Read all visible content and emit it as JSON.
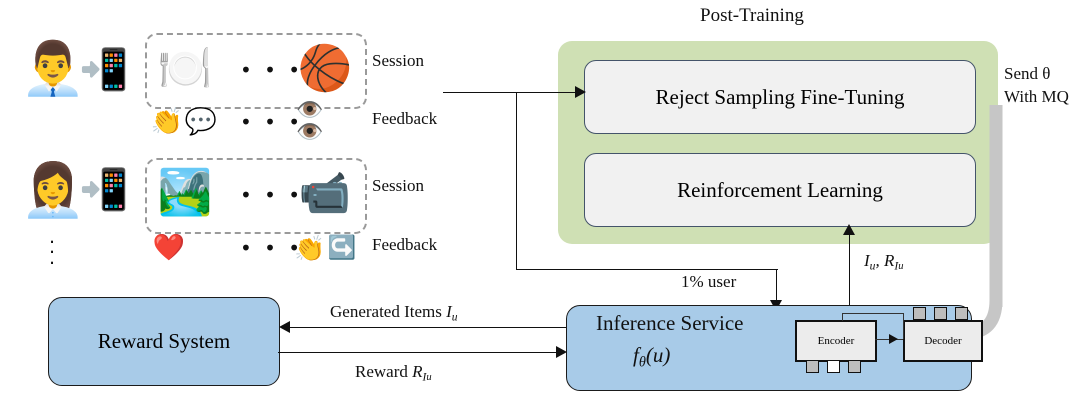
{
  "figure": {
    "title_post_training": "Post-Training",
    "send_theta_line1": "Send θ",
    "send_theta_line2": "With MQ"
  },
  "post_training": {
    "boxes": [
      {
        "label": "Reject Sampling Fine-Tuning"
      },
      {
        "label": "Reinforcement Learning"
      }
    ],
    "panel_color": "#cfe0b4",
    "box_fill": "#f1f1f1",
    "box_border": "#44546a"
  },
  "services": {
    "reward_system": {
      "label": "Reward System"
    },
    "inference_service": {
      "label": "Inference Service",
      "formula": "fθ(u)",
      "formula_base": "f",
      "formula_sub": "θ",
      "formula_arg": "(u)",
      "encoder": "Encoder",
      "decoder": "Decoder"
    },
    "box_fill": "#a8cbe8",
    "box_border": "#1b1b1b"
  },
  "arrows": {
    "generated_items": {
      "text": "Generated Items ",
      "symbol": "I",
      "symbol_sub": "u"
    },
    "reward": {
      "text": "Reward ",
      "symbol": "R",
      "symbol_sub": "I",
      "symbol_sub2": "u"
    },
    "one_percent_user": "1% user",
    "iu_riu": {
      "part1": "I",
      "sub1": "u",
      "sep": ", ",
      "part2": "R",
      "sub2": "I",
      "sub3": "u"
    }
  },
  "users": [
    {
      "avatar_icon": "male-user-avatar",
      "device_icon": "phone-swipe-gesture-icon",
      "session_label": "Session",
      "feedback_label": "Feedback",
      "session_items": [
        "🍽",
        "⋯",
        "🏀"
      ],
      "feedback_items": [
        "👏",
        "💬",
        "⋯",
        "👀"
      ]
    },
    {
      "avatar_icon": "female-user-avatar",
      "device_icon": "phone-swipe-gesture-icon",
      "session_label": "Session",
      "feedback_label": "Feedback",
      "session_items": [
        "🏔",
        "⋯",
        "📹"
      ],
      "feedback_items": [
        "❤",
        "⋯",
        "👏",
        "➡"
      ]
    }
  ],
  "ellipsis": {
    "horizontal": "• • •",
    "vertical_dots": 3
  },
  "colors": {
    "green_panel": "#cfe0b4",
    "blue_box": "#a8cbe8",
    "grey_arrow": "#c6c6c6",
    "dashed_border": "#9a9a9a"
  }
}
